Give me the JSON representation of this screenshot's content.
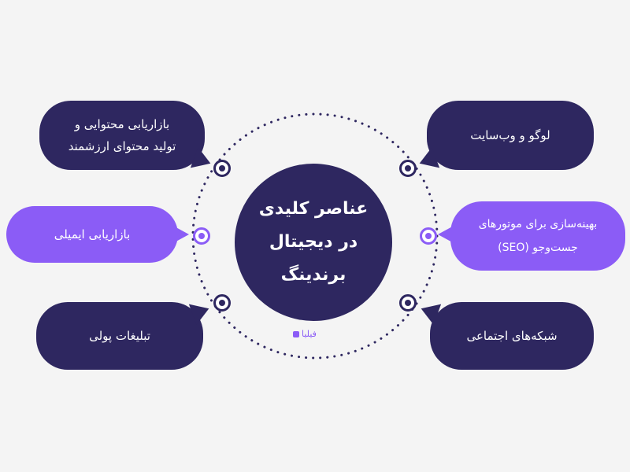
{
  "center": {
    "title": "عناصر کلیدی\nدر دیجیتال\nبرندینگ"
  },
  "items": [
    {
      "label": "بازاریابی محتوایی و\nتولید محتوای ارزشمند"
    },
    {
      "label": "بازاریابی ایمیلی"
    },
    {
      "label": "تبلیغات پولی"
    },
    {
      "label": "لوگو و وب‌سایت"
    },
    {
      "label": "بهینه‌سازی برای موتورهای\nجست‌وجو (SEO)"
    },
    {
      "label": "شبکه‌های اجتماعی"
    }
  ],
  "watermark": "فیلیا",
  "colors": {
    "dark": "#2e2760",
    "accent": "#8b5cf6",
    "background": "#f4f4f4",
    "dots": "#2e2760"
  }
}
